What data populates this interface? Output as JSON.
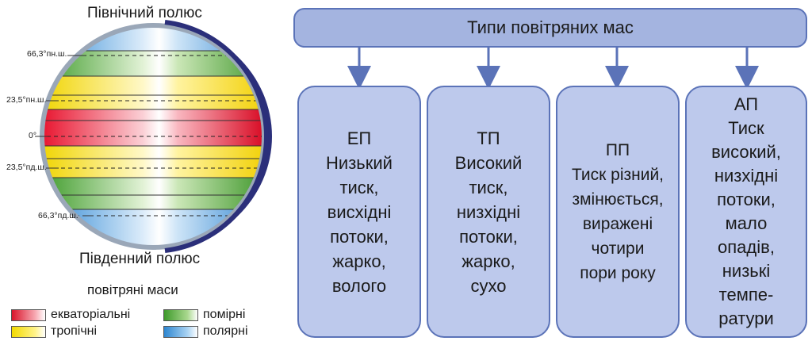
{
  "globe": {
    "north_pole": "Північний полюс",
    "south_pole": "Південний полюс",
    "latitudes": {
      "n66": "66,3°пн.ш.",
      "n23": "23,5°пн.ш.",
      "zero": "0°",
      "s23": "23,5°пд.ш.",
      "s66": "66,3°пд.ш."
    }
  },
  "legend": {
    "title": "повітряні маси",
    "equatorial": "екваторіальні",
    "tropical": "тропічні",
    "temperate": "помірні",
    "polar": "полярні"
  },
  "colors": {
    "equatorial": "#d9142b",
    "tropical": "#f2d900",
    "temperate": "#3e9a2b",
    "polar": "#2d86d0",
    "box_fill": "#bdc9ec",
    "box_border": "#5b73b8",
    "header_fill": "#a4b4e0"
  },
  "diagram": {
    "header": "Типи повітряних мас",
    "boxes": [
      {
        "code": "ЕП",
        "lines": [
          "Низький",
          "тиск,",
          "висхідні",
          "потоки,",
          "жарко,",
          "волого"
        ]
      },
      {
        "code": "ТП",
        "lines": [
          "Високий",
          "тиск,",
          "низхідні",
          "потоки,",
          "жарко,",
          "сухо"
        ]
      },
      {
        "code": "ПП",
        "lines": [
          "Тиск різний,",
          "змінюється,",
          "виражені",
          "чотири",
          "пори року"
        ]
      },
      {
        "code": "АП",
        "lines": [
          "Тиск",
          "високий,",
          "низхідні",
          "потоки,",
          "мало",
          "опадів,",
          "низькі",
          "темпе-",
          "ратури"
        ]
      }
    ]
  }
}
